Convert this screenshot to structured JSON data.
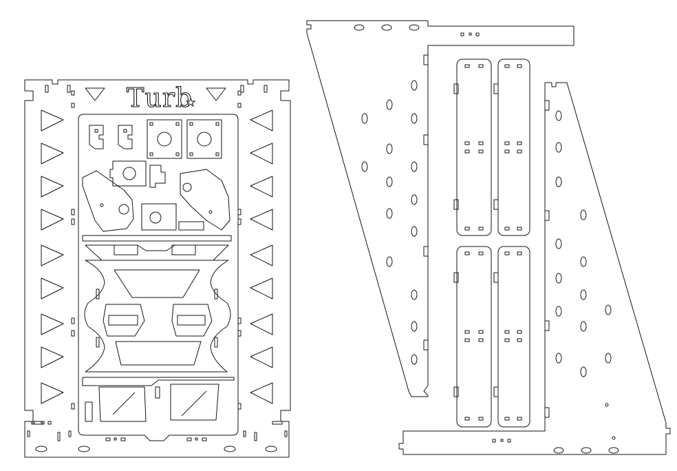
{
  "sheet": {
    "logo_text": "Turb",
    "logo_mark": "star-icon"
  },
  "colors": {
    "background": "#ffffff",
    "line": "#111111"
  },
  "parts": {
    "left_plate": "frame-plate-with-nested-parts",
    "side_panels": [
      "trapezoid-side-panel-left",
      "trapezoid-side-panel-right"
    ],
    "rails": [
      "rail-upper-left",
      "rail-upper-right",
      "rail-lower-left",
      "rail-lower-right"
    ],
    "cross_bars": [
      "top-bar",
      "bottom-bar"
    ]
  }
}
